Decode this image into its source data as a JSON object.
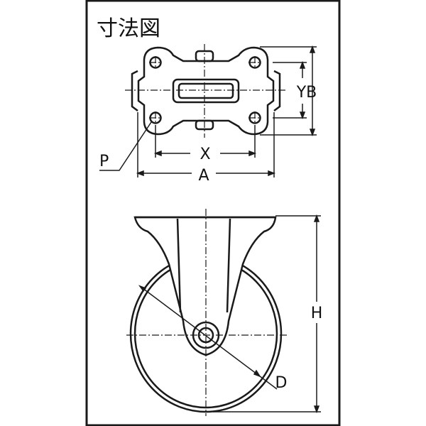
{
  "title": "寸法図",
  "labels": {
    "x": "X",
    "a": "A",
    "p": "P",
    "yb": "YB",
    "h": "H",
    "d": "D"
  },
  "colors": {
    "frame": "#1a1a1a",
    "line": "#1a1a1a",
    "centerline": "#1a1a1a",
    "background": "#ffffff"
  }
}
